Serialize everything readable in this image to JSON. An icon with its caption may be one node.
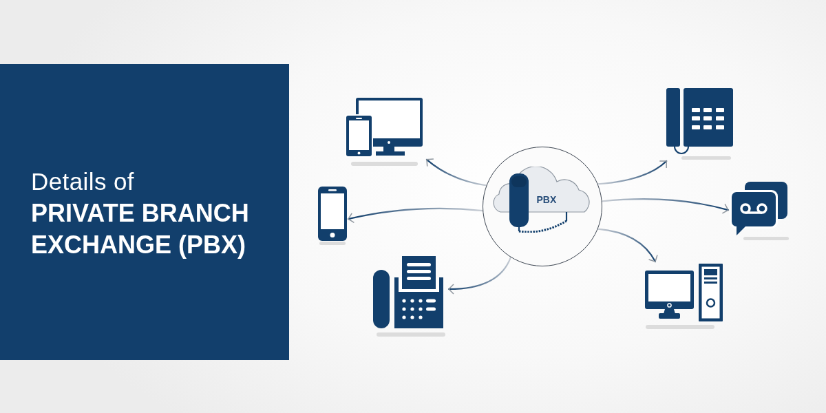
{
  "diagram": {
    "title": "Details of **PRIVATE BRANCH EXCHANGE (PBX)**",
    "nodes": [
      {
        "text": [],
        "shape": "circle"
      },
      {
        "text": [
          "PBX"
        ],
        "in": 0
      },
      {
        "text": [],
        "shape": "picture"
      },
      {
        "text": [],
        "shape": "picture"
      },
      {
        "text": [],
        "shape": "picture"
      },
      {
        "text": [],
        "shape": "picture"
      },
      {
        "text": [],
        "shape": "picture"
      },
      {
        "text": [],
        "shape": "picture"
      }
    ],
    "edges": [
      {
        "from": 0,
        "to": 2,
        "arrow": "to"
      },
      {
        "from": 0,
        "to": 3,
        "arrow": "to"
      },
      {
        "from": 0,
        "to": 4,
        "arrow": "to"
      },
      {
        "from": 0,
        "to": 5,
        "arrow": "to"
      },
      {
        "from": 0,
        "to": 6,
        "arrow": "to"
      },
      {
        "from": 0,
        "to": 7,
        "arrow": "to"
      }
    ]
  }
}
